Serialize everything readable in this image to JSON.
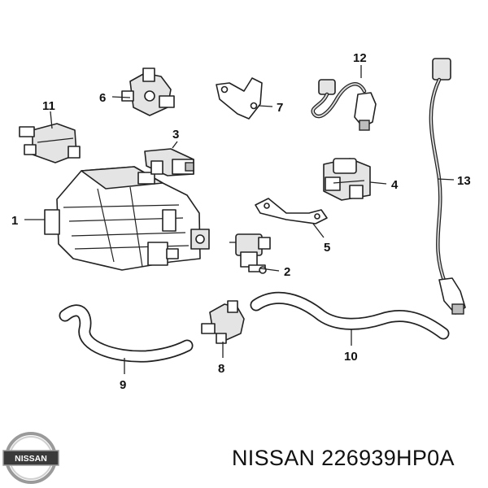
{
  "callouts": {
    "c1": "1",
    "c2": "2",
    "c3": "3",
    "c4": "4",
    "c5": "5",
    "c6": "6",
    "c7": "7",
    "c8": "8",
    "c9": "9",
    "c10": "10",
    "c11": "11",
    "c12": "12",
    "c13": "13"
  },
  "caption": {
    "brand": "NISSAN",
    "part_number": "226939HP0A"
  },
  "logo": {
    "text": "NISSAN",
    "icon": "nissan-logo-icon"
  },
  "colors": {
    "line": "#222222",
    "background": "#ffffff"
  }
}
